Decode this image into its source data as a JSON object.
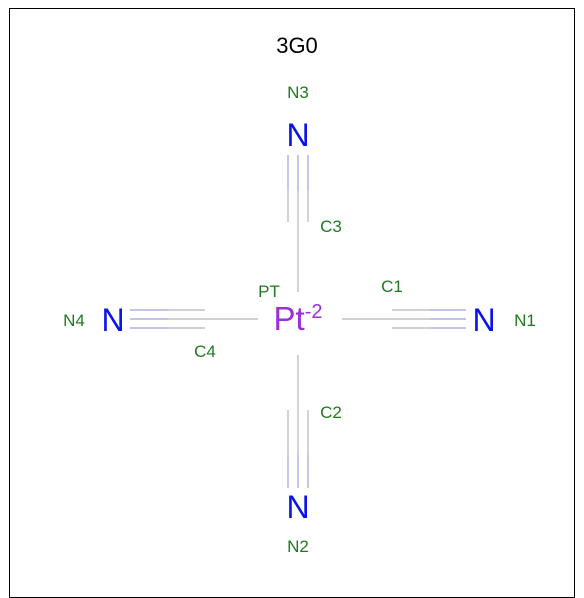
{
  "title": "3G0",
  "colors": {
    "frame": "#000000",
    "bond": "#c0c0c0",
    "bond_nitrogen": "#b8b8f0",
    "nitrogen": "#0a14e6",
    "platinum": "#9b30d9",
    "atom_name": "#1f7a1f",
    "title": "#000000"
  },
  "center": {
    "element": "Pt",
    "charge": "-2",
    "atom_name": "PT"
  },
  "ligands": [
    {
      "direction": "east",
      "carbon": "C1",
      "nitrogen_element": "N",
      "nitrogen_name": "N1"
    },
    {
      "direction": "south",
      "carbon": "C2",
      "nitrogen_element": "N",
      "nitrogen_name": "N2"
    },
    {
      "direction": "north",
      "carbon": "C3",
      "nitrogen_element": "N",
      "nitrogen_name": "N3"
    },
    {
      "direction": "west",
      "carbon": "C4",
      "nitrogen_element": "N",
      "nitrogen_name": "N4"
    }
  ]
}
